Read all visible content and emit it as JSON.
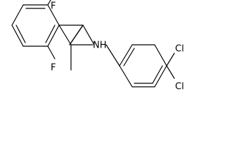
{
  "molecule": {
    "atoms": {
      "fluorine_top": "F",
      "fluorine_bottom": "F",
      "amine": "NH",
      "chlorine_3": "Cl",
      "chlorine_4": "Cl"
    }
  }
}
